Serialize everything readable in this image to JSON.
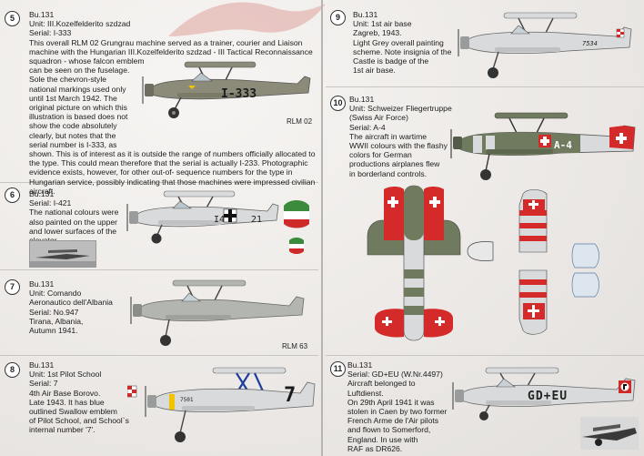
{
  "sections": {
    "s5": {
      "number": "5",
      "lines": [
        "Bu.131",
        "Unit: III.Kozelfelderito szdzad",
        "Serial: I-333",
        "This overall RLM 02 Grungrau machine served as a trainer, courier and Liaison",
        "machine with the Hungarian III.Kozelfelderito szdzad - III Tactical Reconnaissance",
        "squadron - whose falcon emblem",
        "can be seen on the fuselage.",
        "Sole the chevron-style",
        "national markings used only",
        "until 1st March 1942. The",
        "original picture on which this",
        "illustration is based does not",
        "show the code absolutely",
        "clearly, but notes that the",
        "serial number is I-333, as",
        "shown. This is of interest as it is outside the range of numbers officially allocated to",
        "the type. This could mean therefore that the serial is actually I-233. Photographic",
        "evidence exists, however, for other out-of- sequence numbers for the type in",
        "Hungarian service, possibly indicating that those machines were impressed civilian",
        "aircraft."
      ],
      "code": "I-333",
      "color_note": "RLM 02"
    },
    "s6": {
      "number": "6",
      "lines": [
        "Bu.131",
        "Serial: I-421",
        "The national colours were",
        "also painted on the upper",
        "and lower surfaces of the",
        "elevator."
      ],
      "code_left": "I4",
      "code_right": "21"
    },
    "s7": {
      "number": "7",
      "lines": [
        "Bu.131",
        "Unit: Comando",
        "Aeronautico dell'Albania",
        "Serial: No.947",
        "Tirana, Albania,",
        "Autumn 1941."
      ],
      "color_note": "RLM 63"
    },
    "s8": {
      "number": "8",
      "lines": [
        "Bu.131",
        "Unit: 1st Pilot School",
        "Serial: 7",
        "4th Air Base Borovo.",
        "Late 1943. It has blue",
        "outlined Swallow emblem",
        "of Pilot School, and School`s",
        "internal number '7'."
      ],
      "code": "7",
      "small_code": "7501"
    },
    "s9": {
      "number": "9",
      "lines": [
        "Bu.131",
        "Unit: 1st air base",
        "Zagreb, 1943.",
        "Light Grey overall painting",
        "scheme. Note insignia of the",
        "Castle is badge of the",
        "1st air base."
      ],
      "code": "7534"
    },
    "s10": {
      "number": "10",
      "lines": [
        "Bu.131",
        "Unit: Schweizer Fliegertruppe",
        "(Swiss Air Force)",
        "Serial: A-4",
        "The aircraft in wartime",
        "WWII colours with the flashy",
        "colors for German",
        "productions airplanes flew",
        "in borderland controls."
      ],
      "code": "A-4"
    },
    "s11": {
      "number": "11",
      "lines": [
        "Bu.131",
        "Serial: GD+EU (W.Nr.4497)",
        "Aircraft belonged to",
        "Luftdienst.",
        "On 29th April 1941 it was",
        "stolen in Caen by two former",
        "French Arme de l'Air pilots",
        "and flown to Somerford,",
        "England. In use with",
        "RAF as DR626."
      ],
      "code": "GD+EU"
    }
  },
  "colors": {
    "rlm02": "#8c8a78",
    "rlm63": "#b3b6b0",
    "light_grey": "#d8dadb",
    "swiss_green": "#6f7a5e",
    "swiss_red": "#d42a2a",
    "hungary_green": "#3c8a3c",
    "hungary_red": "#cf2a2a",
    "yellow": "#f2c400"
  }
}
